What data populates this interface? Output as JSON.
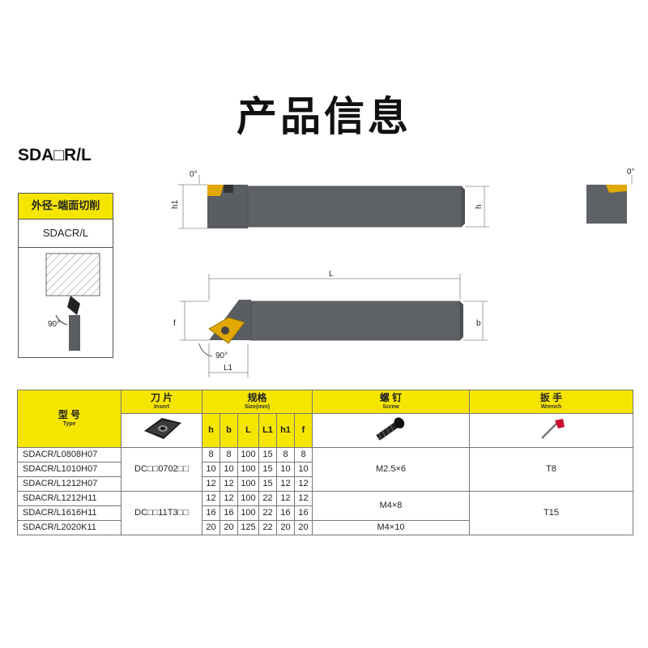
{
  "title": "产品信息",
  "model": "SDA□R/L",
  "side_card": {
    "header": "外径–端面切削",
    "model": "SDACR/L",
    "angle": "90°"
  },
  "drawing": {
    "top_angle_main": "0°",
    "top_angle_side": "0°",
    "h1_label": "h1",
    "h_label": "h",
    "L_label": "L",
    "f_label": "f",
    "b_label": "b",
    "angle_label": "90°",
    "L1_label": "L1"
  },
  "table": {
    "type_header": {
      "cn": "型 号",
      "en": "Type"
    },
    "insert_header": {
      "cn": "刀 片",
      "en": "Insert"
    },
    "size_header": {
      "cn": "规格",
      "en": "Size(mm)"
    },
    "screw_header": {
      "cn": "螺 钉",
      "en": "Screw"
    },
    "wrench_header": {
      "cn": "扳 手",
      "en": "Wrench"
    },
    "size_columns": [
      "h",
      "b",
      "L",
      "L1",
      "h1",
      "f"
    ],
    "rows": [
      {
        "type": "SDACR/L0808H07",
        "sizes": [
          "8",
          "8",
          "100",
          "15",
          "8",
          "8"
        ]
      },
      {
        "type": "SDACR/L1010H07",
        "sizes": [
          "10",
          "10",
          "100",
          "15",
          "10",
          "10"
        ]
      },
      {
        "type": "SDACR/L1212H07",
        "sizes": [
          "12",
          "12",
          "100",
          "15",
          "12",
          "12"
        ]
      },
      {
        "type": "SDACR/L1212H11",
        "sizes": [
          "12",
          "12",
          "100",
          "22",
          "12",
          "12"
        ]
      },
      {
        "type": "SDACR/L1616H11",
        "sizes": [
          "16",
          "16",
          "100",
          "22",
          "16",
          "16"
        ]
      },
      {
        "type": "SDACR/L2020K11",
        "sizes": [
          "20",
          "20",
          "125",
          "22",
          "20",
          "20"
        ]
      }
    ],
    "insert_groups": [
      "DC□□0702□□",
      "DC□□11T3□□"
    ],
    "screws": [
      "M2.5×6",
      "M4×8",
      "M4×10"
    ],
    "wrenches": [
      "T8",
      "T15"
    ]
  },
  "colors": {
    "accent": "#f6e500",
    "tool_body": "#5a5d62",
    "insert": "#e0a800"
  }
}
